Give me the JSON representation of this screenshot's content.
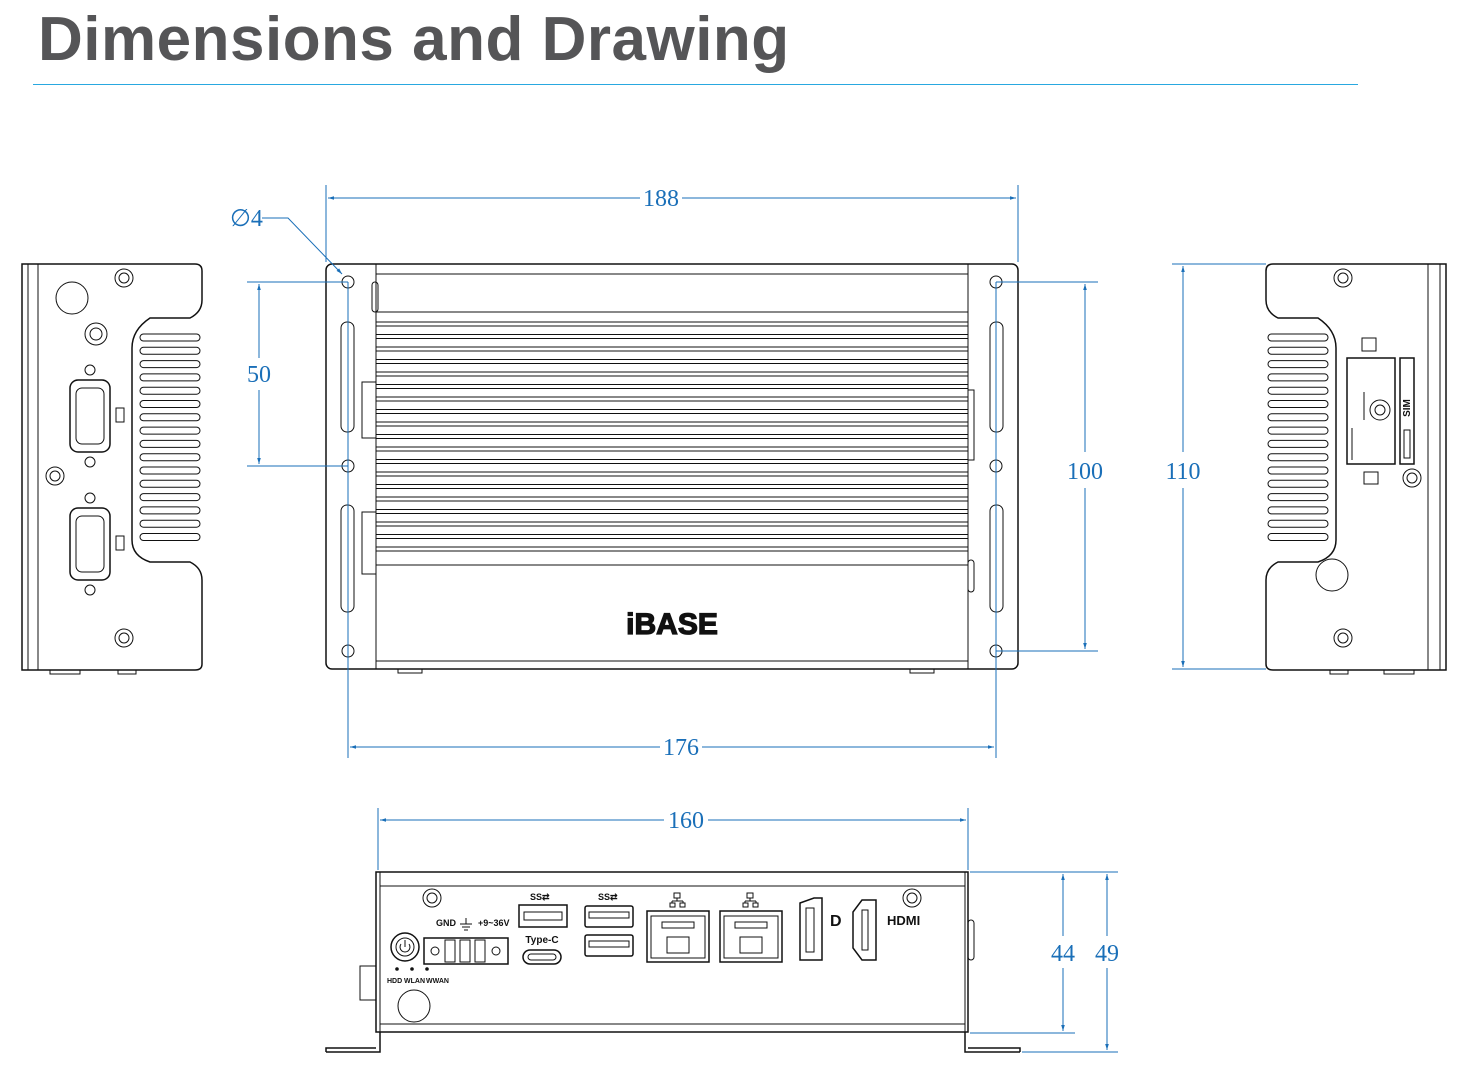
{
  "header": {
    "title": "Dimensions and Drawing"
  },
  "dimensions": {
    "hole_diameter": "∅4",
    "front_width": "188",
    "hole_spacing_width": "176",
    "hole_spacing_height": "50",
    "hole_span_height": "100",
    "side_height": "110",
    "rear_width": "160",
    "body_height": "44",
    "total_height": "49"
  },
  "front_view": {
    "logo": "iBASE"
  },
  "right_view": {
    "sim_label": "SIM"
  },
  "rear_panel": {
    "labels": {
      "gnd": "GND",
      "voltage": "+9~36V",
      "usb_ss_1": "SS⇄",
      "usb_ss_2": "SS⇄",
      "type_c": "Type-C",
      "hdmi": "HDMI",
      "dp": "D",
      "hdd": "HDD",
      "wlan": "WLAN",
      "wwan": "WWAN"
    }
  },
  "colors": {
    "title": "#555557",
    "rule": "#29a8e0",
    "dimension": "#1a6fb8"
  }
}
